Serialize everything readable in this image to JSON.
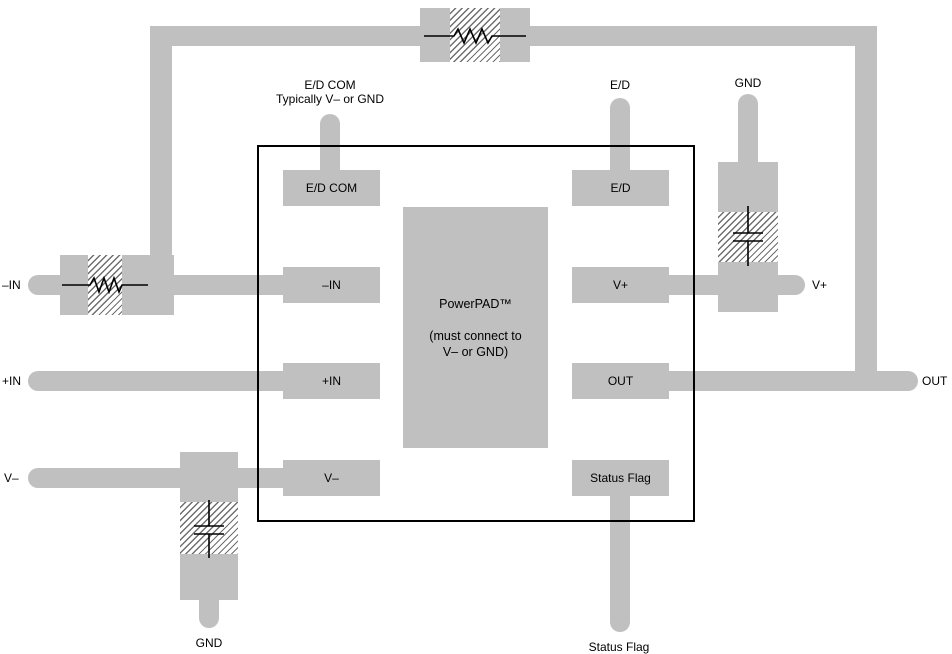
{
  "colors": {
    "trace": "#c0c0c0",
    "outline": "#000000",
    "symbol": "#000000",
    "background": "#ffffff",
    "hatch_line": "#6f6f6f"
  },
  "chip": {
    "left_pads": [
      {
        "label": "E/D COM"
      },
      {
        "label": "–IN"
      },
      {
        "label": "+IN"
      },
      {
        "label": "V–"
      }
    ],
    "right_pads": [
      {
        "label": "E/D"
      },
      {
        "label": "V+"
      },
      {
        "label": "OUT"
      },
      {
        "label": "Status Flag"
      }
    ],
    "powerpad": {
      "name": "PowerPAD™",
      "note1": "(must connect to",
      "note2": "V– or GND)"
    }
  },
  "labels": {
    "edcom_line1": "E/D COM",
    "edcom_line2": "Typically V– or GND",
    "ed": "E/D",
    "gnd_top": "GND",
    "neg_in": "–IN",
    "pos_in": "+IN",
    "v_minus": "V–",
    "v_plus": "V+",
    "out": "OUT",
    "gnd_bottom": "GND",
    "status_flag": "Status Flag"
  }
}
